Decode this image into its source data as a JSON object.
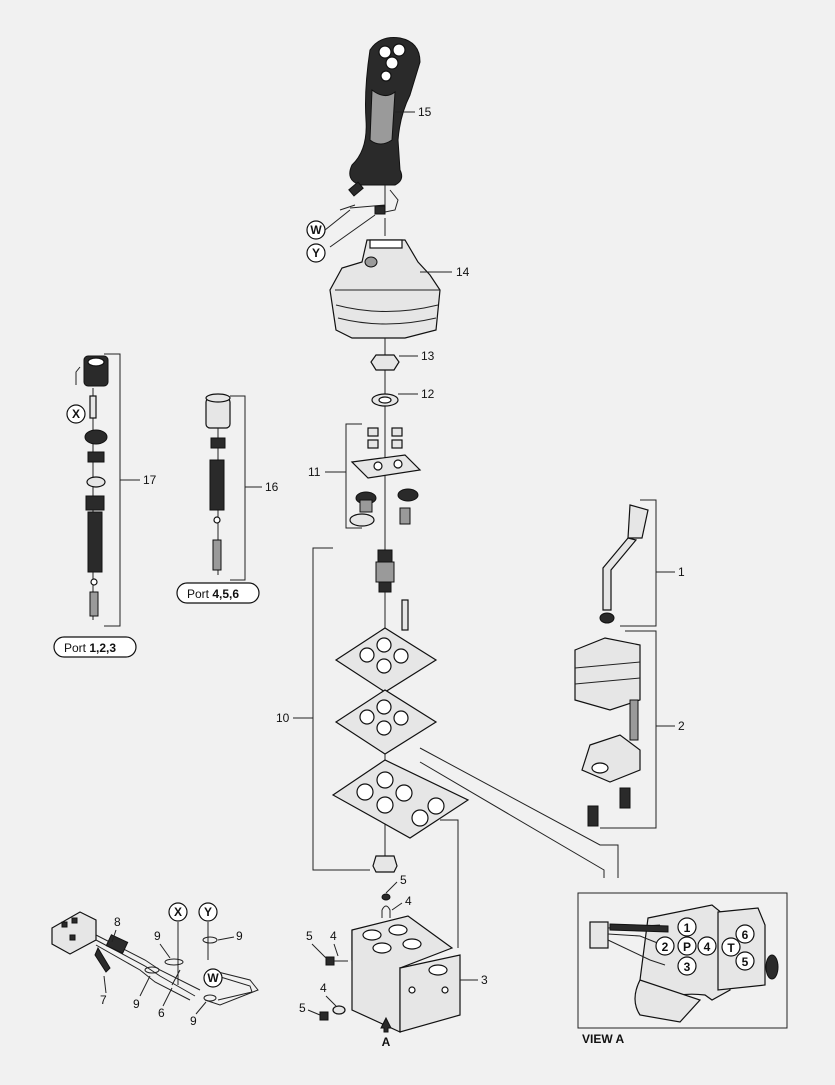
{
  "callouts": {
    "c1": "1",
    "c2": "2",
    "c3": "3",
    "c4a": "4",
    "c4b": "4",
    "c4c": "4",
    "c5a": "5",
    "c5b": "5",
    "c5c": "5",
    "c6": "6",
    "c7": "7",
    "c8": "8",
    "c9a": "9",
    "c9b": "9",
    "c9c": "9",
    "c9d": "9",
    "c10": "10",
    "c11": "11",
    "c12": "12",
    "c13": "13",
    "c14": "14",
    "c15": "15",
    "c16": "16",
    "c17": "17"
  },
  "connectors": {
    "w_top": "W",
    "y_top": "Y",
    "x_left": "X",
    "x_bottom": "X",
    "y_bottom": "Y",
    "w_bottom": "W"
  },
  "ports": {
    "p123_prefix": "Port ",
    "p123_value": "1,2,3",
    "p456_prefix": "Port ",
    "p456_value": "4,5,6"
  },
  "view_a": {
    "label": "VIEW A",
    "arrow_label": "A",
    "port_1": "1",
    "port_2": "2",
    "port_3": "3",
    "port_4": "4",
    "port_5": "5",
    "port_6": "6",
    "port_p": "P",
    "port_t": "T"
  }
}
